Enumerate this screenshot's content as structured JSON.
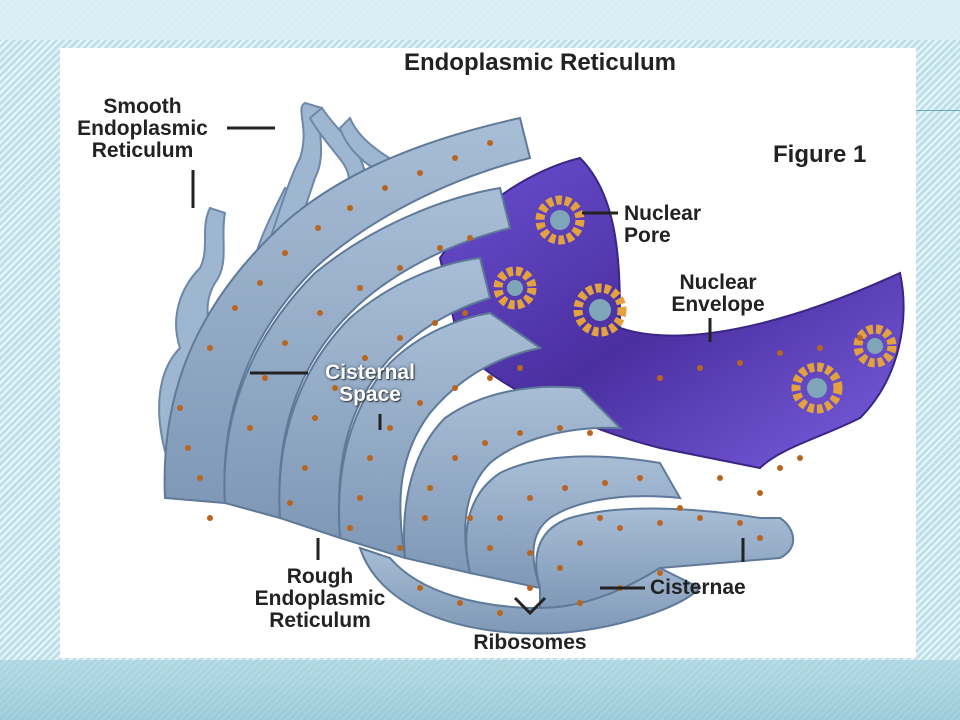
{
  "figure": {
    "title": "Endoplasmic Reticulum",
    "figure_label": "Figure 1"
  },
  "labels": {
    "smooth_er": [
      "Smooth",
      "Endoplasmic",
      "Reticulum"
    ],
    "nuclear_pore": [
      "Nuclear",
      "Pore"
    ],
    "nuclear_envelope": [
      "Nuclear",
      "Envelope"
    ],
    "cisternal_space": [
      "Cisternal",
      "Space"
    ],
    "rough_er": [
      "Rough",
      "Endoplasmic",
      "Reticulum"
    ],
    "cisternae": "Cisternae",
    "ribosomes": "Ribosomes"
  },
  "colors": {
    "er_membrane": "#8fa8c4",
    "er_shadow": "#5f7a99",
    "nuclear_envelope": "#5a3fb0",
    "nuclear_pore": "#e0a040",
    "ribosome": "#b8661f"
  }
}
